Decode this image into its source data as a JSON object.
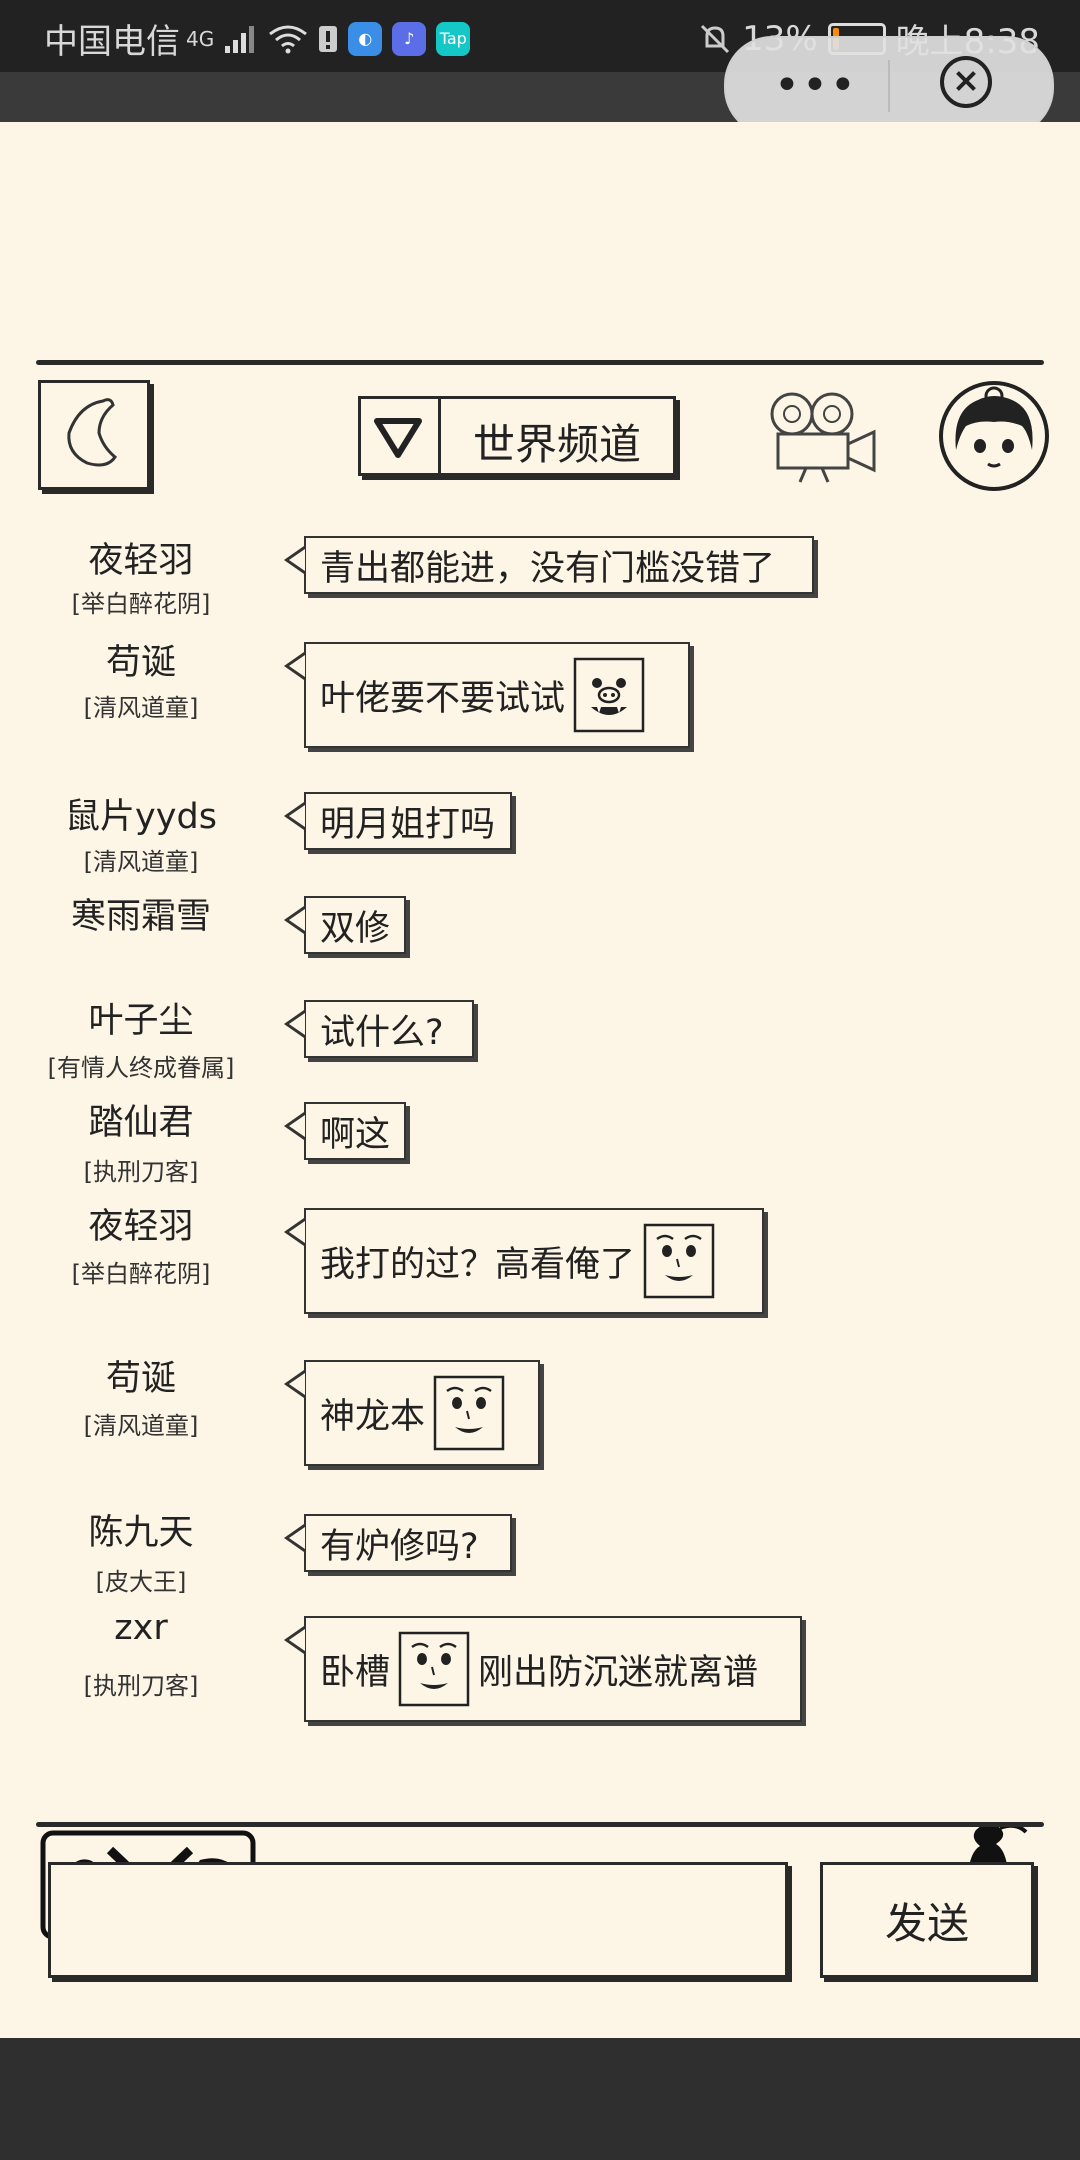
{
  "status_bar": {
    "carrier": "中国电信",
    "network": "4G",
    "battery_percent": "13%",
    "time": "晚上8:38",
    "battery_level": 0.13,
    "tap_app_label": "Tap"
  },
  "capsule": {
    "more_label": "•••"
  },
  "header": {
    "channel_name": "世界频道"
  },
  "messages": [
    {
      "nick": "夜轻羽",
      "title": "[举白醉花阴]",
      "text": "青出都能进，没有门槛没错了"
    },
    {
      "nick": "苟诞",
      "title": "[清风道童]",
      "text": "叶佬要不要试试",
      "emoji": "pig-face"
    },
    {
      "nick": "鼠片yyds",
      "title": "[清风道童]",
      "text": "明月姐打吗"
    },
    {
      "nick": "寒雨霜雪",
      "text": "双修"
    },
    {
      "nick": "叶子尘",
      "title": "[有情人终成眷属]",
      "text": "试什么?"
    },
    {
      "nick": "踏仙君",
      "title": "[执刑刀客]",
      "text": "啊这"
    },
    {
      "nick": "夜轻羽",
      "title": "[举白醉花阴]",
      "text": "我打的过？高看俺了",
      "emoji": "smile-face"
    },
    {
      "nick": "苟诞",
      "title": "[清风道童]",
      "text": "神龙本",
      "emoji": "smile-face"
    },
    {
      "nick": "陈九天",
      "title": "[皮大王]",
      "text": "有炉修吗?"
    },
    {
      "nick": "zxr",
      "title": "[执刑刀客]",
      "text_before": "卧槽",
      "emoji": "smile-face",
      "text_after": "刚出防沉迷就离谱"
    }
  ],
  "footer": {
    "input_value": "",
    "send_label": "发送"
  },
  "colors": {
    "paper": "#fdf6e6",
    "ink": "#2a2a2a"
  }
}
